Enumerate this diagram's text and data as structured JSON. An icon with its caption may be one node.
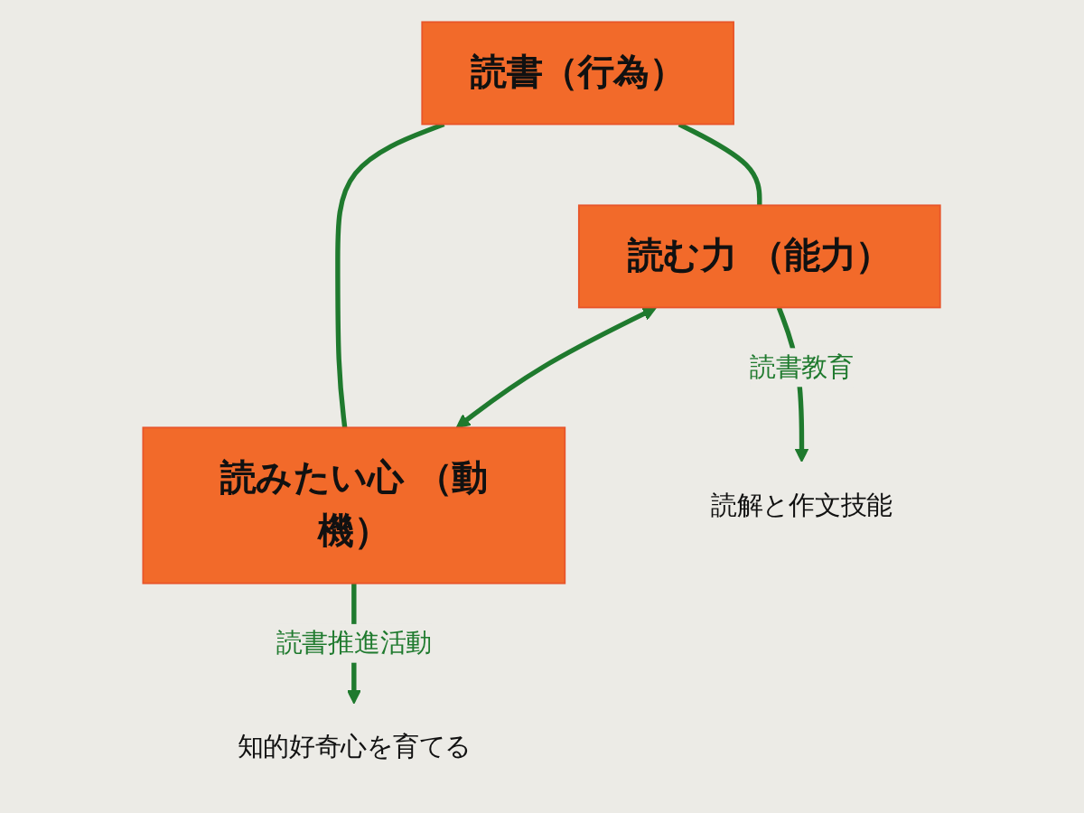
{
  "diagram": {
    "nodes": [
      {
        "text": [
          "読書（行為）"
        ]
      },
      {
        "text": [
          "読む力 （能力）"
        ]
      },
      {
        "text": [
          "読みたい心 （動機）"
        ]
      },
      {
        "text": [
          "読解と作文技能"
        ]
      },
      {
        "text": [
          "知的好奇心を育てる"
        ]
      }
    ],
    "edges": [
      {
        "from": 0,
        "to": 1,
        "arrow": "none"
      },
      {
        "from": 0,
        "to": 2,
        "arrow": "none"
      },
      {
        "from": 1,
        "to": 2,
        "arrow": "both"
      },
      {
        "from": 1,
        "to": 3,
        "arrow": "to",
        "label": "読書教育"
      },
      {
        "from": 2,
        "to": 4,
        "arrow": "to",
        "label": "読書推進活動"
      }
    ]
  }
}
